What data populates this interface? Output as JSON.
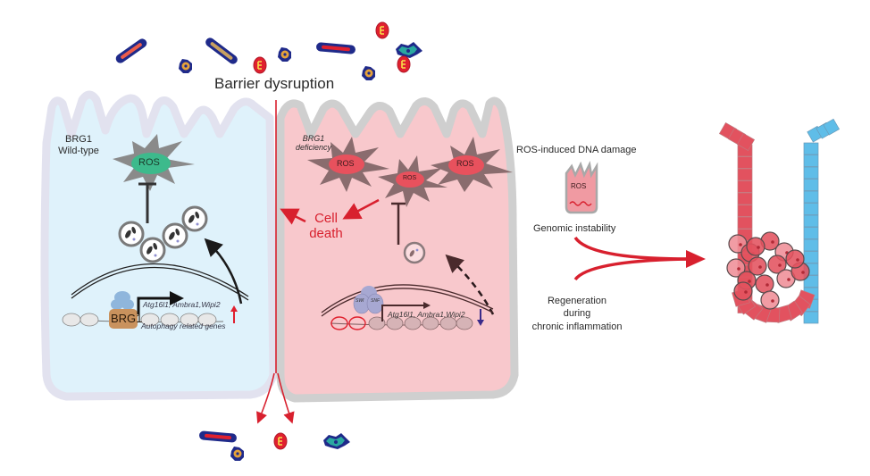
{
  "figure": {
    "title": "Barrier dysruption",
    "colors": {
      "wildtype_fill": "#dff2fb",
      "wildtype_border": "#e2e2ef",
      "deficient_fill": "#f8c8cc",
      "deficient_border": "#cfcfcf",
      "accent_red": "#d8202e",
      "ros_green": "#3dba8c",
      "ros_red": "#e8515d",
      "ros_star": "#8a6c6e",
      "brg1_box": "#c9925d",
      "swi_snf": "#a7a8d2",
      "stem_blue": "#5fbde8",
      "tumor_red": "#e2525f"
    }
  },
  "left_cell": {
    "label_line1": "BRG1",
    "label_line2": "Wild-type",
    "ros_label": "ROS",
    "brg1_label": "BRG1",
    "genes_label": "Atg16l1, Ambra1,Wipi2",
    "genes_caption": "Autophagy related genes",
    "expression_change": "up"
  },
  "right_cell": {
    "label_line1": "BRG1",
    "label_line2": "deficiency",
    "ros_labels": [
      "ROS",
      "ROS",
      "ROS"
    ],
    "cell_death_line1": "Cell",
    "cell_death_line2": "death",
    "swi_label": "SWI",
    "snf_label": "SNF",
    "genes_label": "Atg16l1, Ambra1,Wipi2",
    "expression_change": "down"
  },
  "outcome": {
    "dna_damage_label": "ROS-induced DNA damage",
    "mini_cell_ros": "ROS",
    "genomic_label": "Genomic instability",
    "regen_line1": "Regeneration",
    "regen_line2": "during",
    "regen_line3": "chronic inflammation"
  },
  "microbes": {
    "top": [
      "rod-bacterium",
      "coccus",
      "rod-bacterium",
      "red-bacterium",
      "coccus",
      "rod-bacterium",
      "red-bacterium",
      "teal-bacterium",
      "coccus",
      "red-bacterium"
    ],
    "bottom": [
      "rod-bacterium",
      "coccus",
      "red-bacterium",
      "teal-bacterium"
    ]
  }
}
